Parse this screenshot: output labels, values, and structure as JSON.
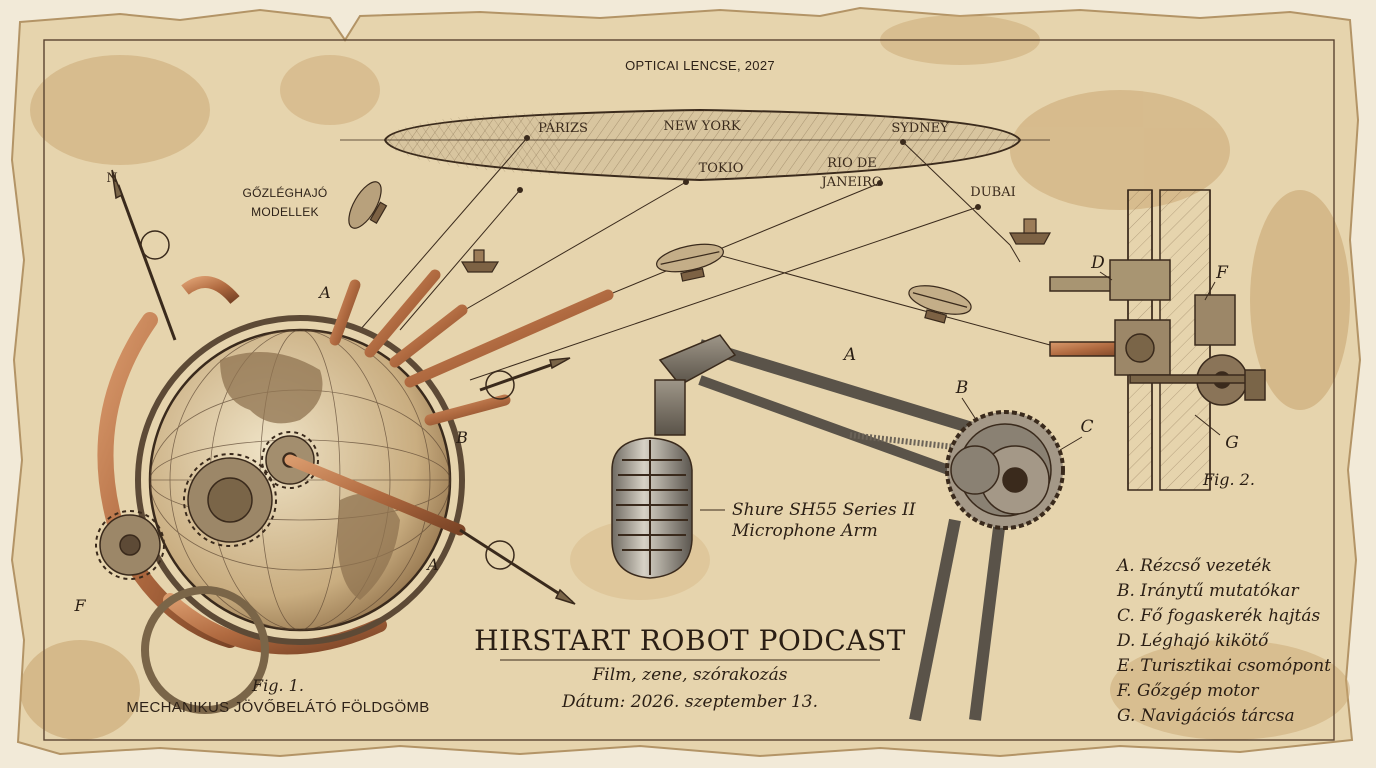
{
  "lens": {
    "title": "OPTICAI LENCSE, 2027",
    "cities": [
      "PÁRIZS",
      "NEW YORK",
      "SYDNEY",
      "TOKIO",
      "RIO DE",
      "JANEIRO",
      "DUBAI"
    ]
  },
  "airship_models": {
    "line1": "GŐZLÉGHAJÓ",
    "line2": "MODELLEK"
  },
  "compass_north": "N",
  "fig1": {
    "label": "Fig. 1.",
    "title": "MECHANIKUS JÖVŐBELÁTÓ FÖLDGÖMB",
    "marker_a": "A",
    "marker_b": "B",
    "marker_a2": "A",
    "marker_f": "F"
  },
  "fig2": {
    "label": "Fig. 2.",
    "marker_d": "D",
    "marker_f": "F",
    "marker_g": "G"
  },
  "mic": {
    "line1": "Shure SH55 Series II",
    "line2": "Microphone Arm",
    "marker_a": "A",
    "marker_b": "B",
    "marker_c": "C"
  },
  "podcast": {
    "title": "HIRSTART ROBOT PODCAST",
    "subtitle": "Film, zene, szórakozás",
    "date": "Dátum: 2026. szeptember 13."
  },
  "legend": [
    "A. Rézcső vezeték",
    "B. Iránytű mutatókar",
    "C. Fő fogaskerék hajtás",
    "D. Léghajó kikötő",
    "E. Turisztikai csomópont",
    "F. Gőzgép motor",
    "G. Navigációs tárcsa"
  ],
  "colors": {
    "paper": "#e8d9b8",
    "ink": "#3a2a1c",
    "copper": "#b87148",
    "stain": "#c9a774"
  }
}
